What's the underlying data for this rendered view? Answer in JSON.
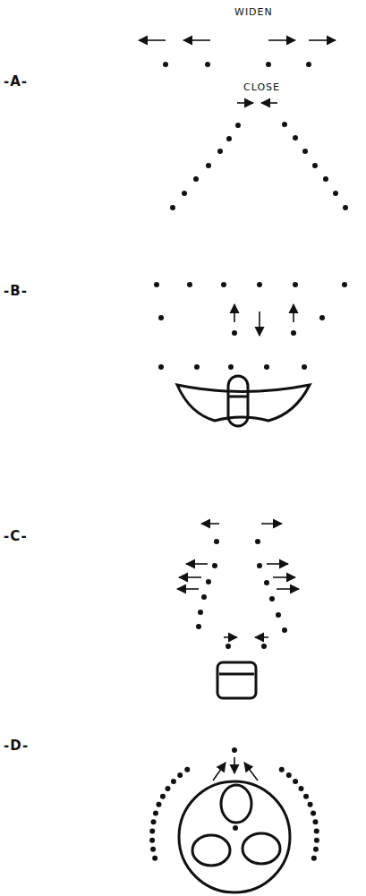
{
  "diagram": {
    "labels": [
      "WIDEN",
      "-A-",
      "CLOSE",
      "-B-",
      "-C-",
      "-D-"
    ]
  }
}
